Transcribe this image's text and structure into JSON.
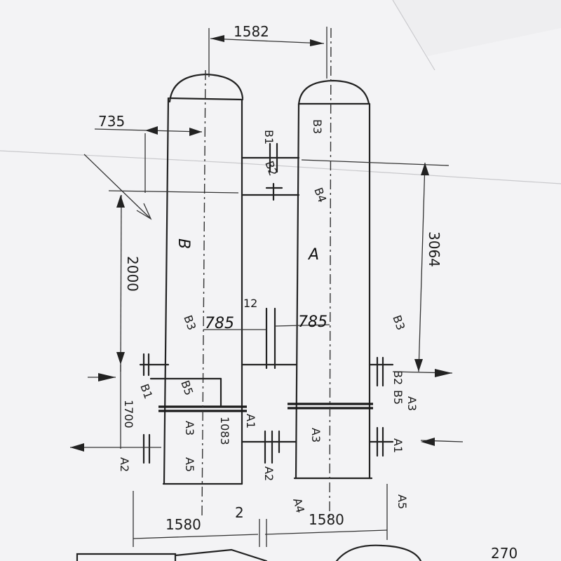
{
  "dimensions": {
    "top_spacing": "1582",
    "left_offset": "735",
    "height_right": "3064",
    "height_left": "2000",
    "gap": "12",
    "half_left": "785",
    "half_right": "785",
    "bottom_left": "1700",
    "nozzle_height": "1083",
    "base_left": "1580",
    "base_right": "1580",
    "base_gap": "2",
    "corner": "270"
  },
  "vessels": {
    "left": "B",
    "right": "A"
  },
  "nozzles": {
    "b1": "B1",
    "b2": "B2",
    "b3": "B3",
    "b4": "B4",
    "b5": "B5",
    "b3_left": "B3",
    "b5_left": "B5",
    "b1_left": "B1",
    "b3_right": "B3",
    "b2_right": "B2",
    "b5_right": "B5",
    "a1": "A1",
    "a2": "A2",
    "a3": "A3",
    "a4": "A4",
    "a5": "A5",
    "a3_left": "A3",
    "a5_left": "A5",
    "a2_left": "A2",
    "a3_right": "A3",
    "a1_right": "A1",
    "a5_right": "A5",
    "a3_far": "A3"
  }
}
